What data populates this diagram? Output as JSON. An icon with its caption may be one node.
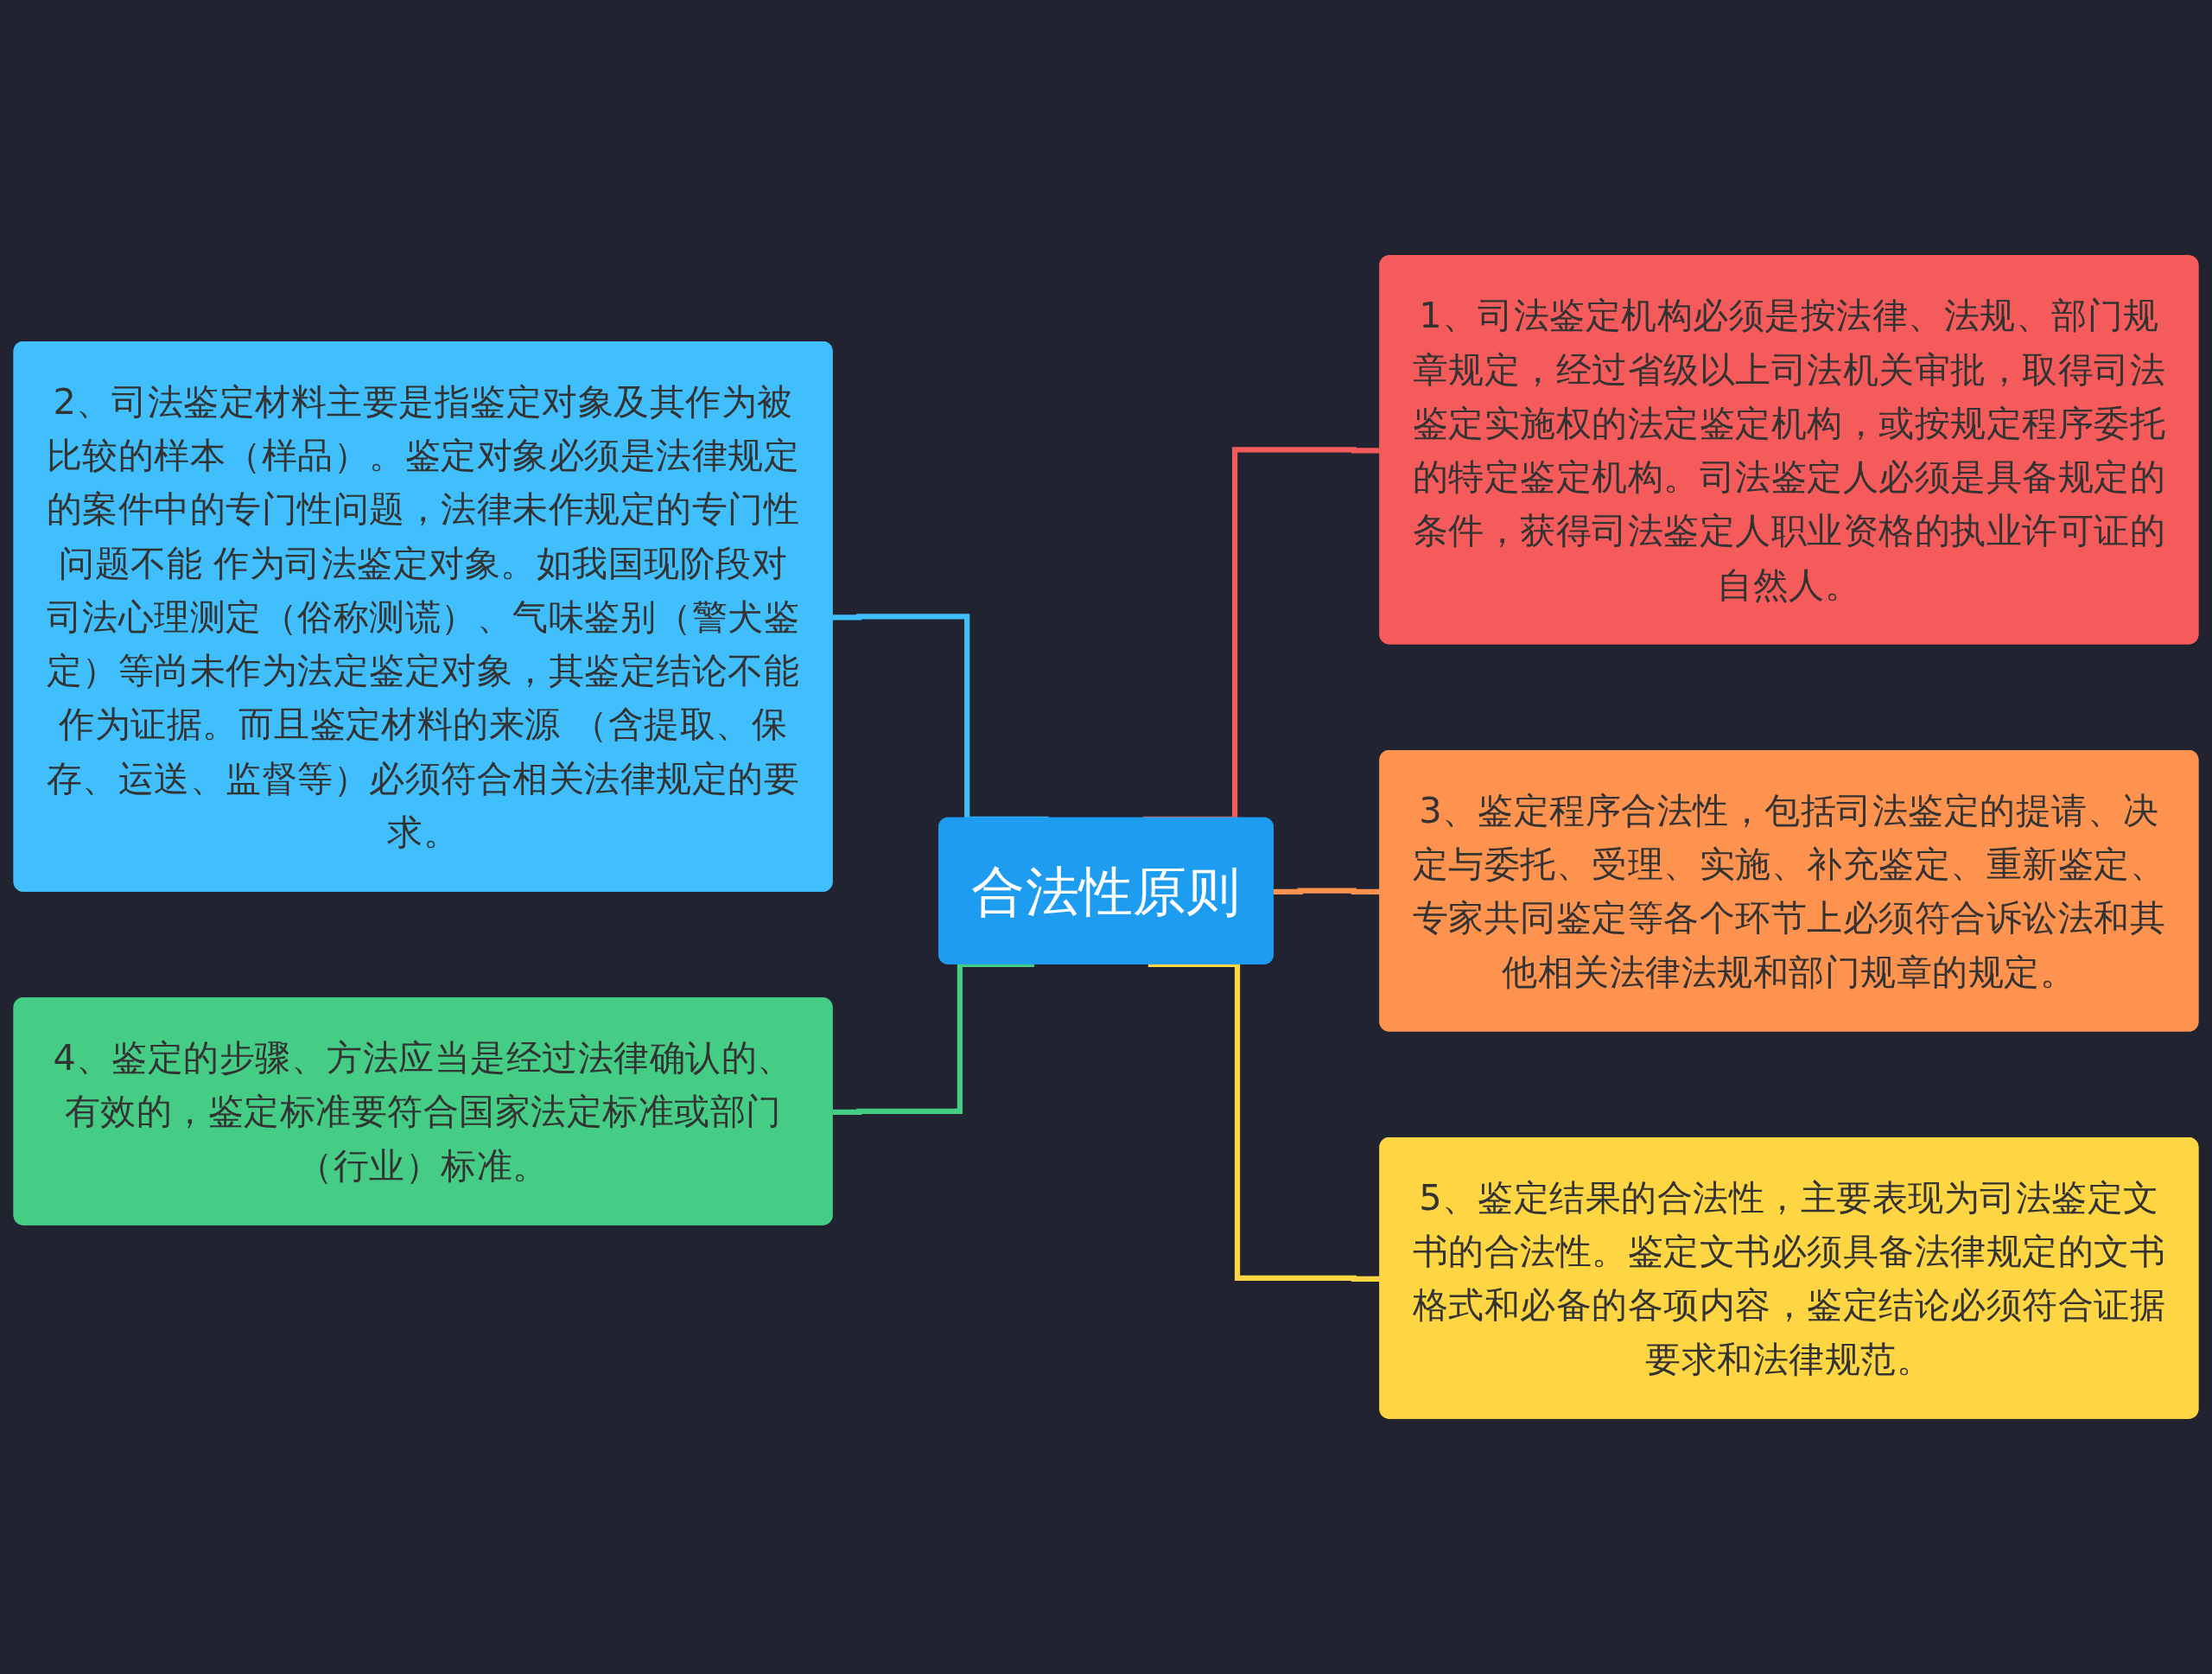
{
  "diagram": {
    "nodes": [
      {
        "text": [
          "合法性原则"
        ]
      },
      {
        "text": [
          "1、司法鉴定机构必须是按法律、法规、部门规章规定，经过省级以上司法机关审批，取得司法鉴定实施权的法定鉴定机构，或按规定程序委托的特定鉴定机构。司法鉴定人必须是具备规定的条件，获得司法鉴定人职业资格的执业许可证的自然人。"
        ]
      },
      {
        "text": [
          "2、司法鉴定材料主要是指鉴定对象及其作为被比较的样本（样品）。鉴定对象必须是法律规定的案件中的专门性问题，法律未作规定的专门性问题不能 作为司法鉴定对象。如我国现阶段对司法心理测定（俗称测谎）、气味鉴别（警犬鉴定）等尚未作为法定鉴定对象，其鉴定结论不能作为证据。而且鉴定材料的来源 （含提取、保存、运送、监督等）必须符合相关法律规定的要求。"
        ]
      },
      {
        "text": [
          "3、鉴定程序合法性，包括司法鉴定的提请、决定与委托、受理、实施、补充鉴定、重新鉴定、专家共同鉴定等各个环节上必须符合诉讼法和其他相关法律法规和部门规章的规定。"
        ]
      },
      {
        "text": [
          "4、鉴定的步骤、方法应当是经过法律确认的、有效的，鉴定标准要符合国家法定标准或部门（行业）标准。"
        ]
      },
      {
        "text": [
          "5、鉴定结果的合法性，主要表现为司法鉴定文书的合法性。鉴定文书必须具备法律规定的文书格式和必备的各项内容，鉴定结论必须符合证据要求和法律规范。"
        ]
      }
    ],
    "edges": [
      {
        "from": 0,
        "to": 1,
        "arrow": "none",
        "color": "#f65b5b"
      },
      {
        "from": 0,
        "to": 2,
        "arrow": "none",
        "color": "#40bffc"
      },
      {
        "from": 0,
        "to": 3,
        "arrow": "none",
        "color": "#fe9350"
      },
      {
        "from": 0,
        "to": 4,
        "arrow": "none",
        "color": "#45cd85"
      },
      {
        "from": 0,
        "to": 5,
        "arrow": "none",
        "color": "#fed543"
      }
    ]
  }
}
